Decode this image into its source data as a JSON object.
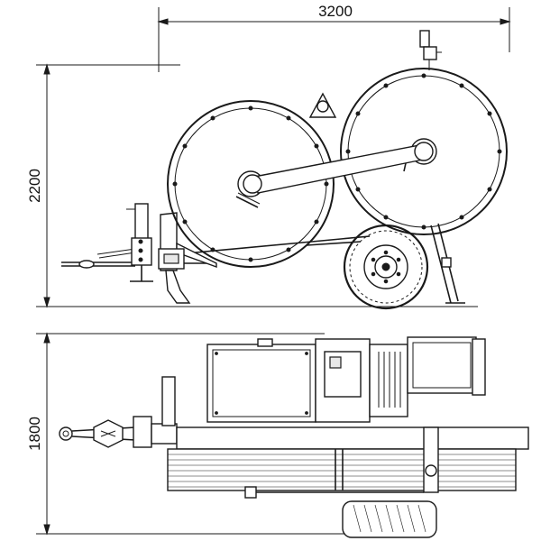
{
  "dimensions": {
    "overall_length": "3200",
    "side_height": "2200",
    "top_width": "1800"
  },
  "colors": {
    "line": "#1a1a1a",
    "background": "#ffffff"
  }
}
